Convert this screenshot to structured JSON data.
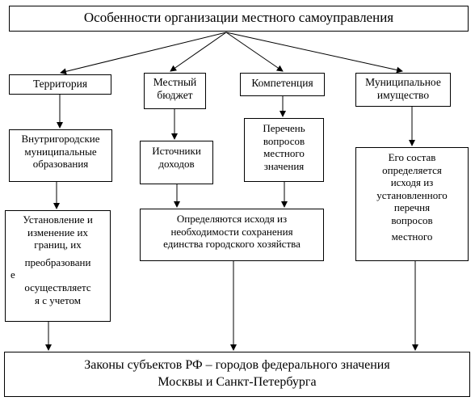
{
  "title": "Особенности организации местного самоуправления",
  "categories": {
    "territory": "Территория",
    "budget_line1": "Местный",
    "budget_line2": "бюджет",
    "competence": "Компетенция",
    "property_line1": "Муниципальное",
    "property_line2": "имущество"
  },
  "level2": {
    "territory": [
      "Внутригородские",
      "муниципальные",
      "образования"
    ],
    "budget": [
      "Источники",
      "доходов"
    ],
    "competence": [
      "Перечень",
      "вопросов",
      "местного",
      "значения"
    ],
    "property": [
      "Его состав",
      "определяется",
      "исходя из",
      "установленного",
      "перечня",
      "вопросов",
      "местного"
    ]
  },
  "level3": {
    "territory": [
      "Установление и",
      "изменение их",
      "границ, их",
      "преобразовани",
      "е",
      "осуществляетс",
      "я с учетом"
    ],
    "budget_competence": [
      "Определяются исходя из",
      "необходимости сохранения",
      "единства городского хозяйства"
    ]
  },
  "bottom": {
    "line1": "Законы субъектов РФ – городов федерального значения",
    "line2": "Москвы и Санкт-Петербурга"
  }
}
